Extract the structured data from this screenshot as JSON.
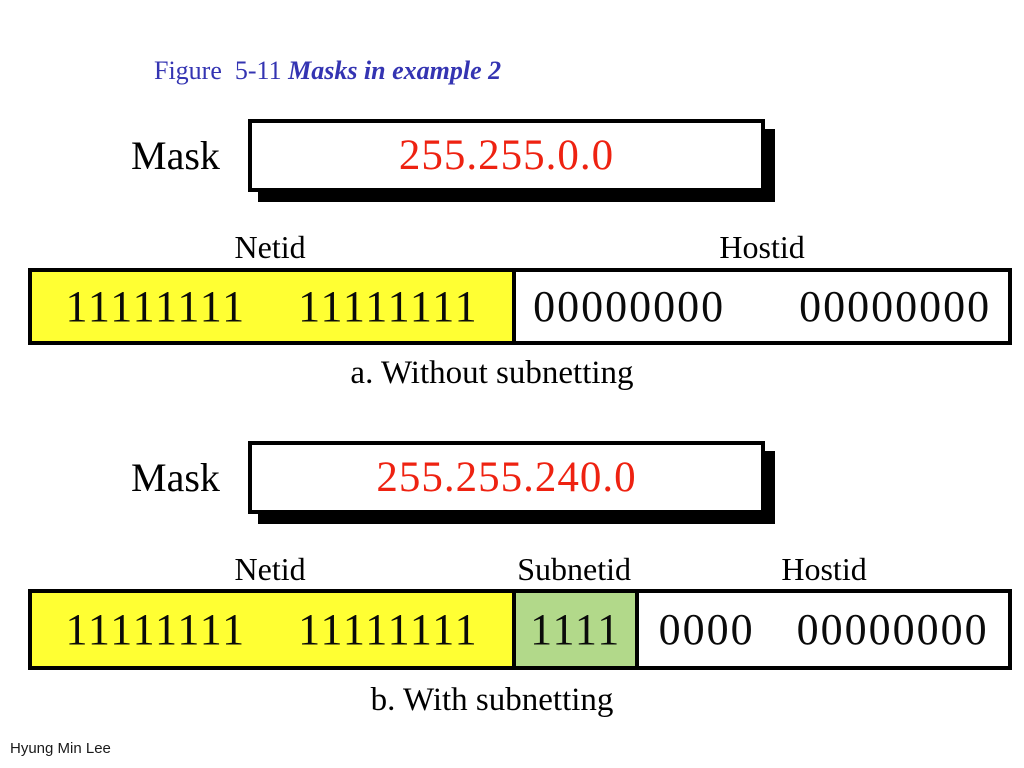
{
  "slide": {
    "title": {
      "prefix": "Figure  5-11 ",
      "emphasis": "Masks in example 2"
    },
    "footer": "Hyung Min Lee"
  },
  "colors": {
    "title_blue": "#3434B2",
    "mask_value_red": "#EE2211",
    "netid_yellow": "#FFFF33",
    "subnetid_green": "#B2D98A",
    "hostid_white": "#FFFFFF",
    "border_black": "#000000"
  },
  "sections": [
    {
      "id": "a",
      "mask_label": "Mask",
      "mask_value": "255.255.0.0",
      "labels": [
        "Netid",
        "Hostid"
      ],
      "cells": [
        {
          "field": "Netid",
          "groups": [
            "11111111",
            "11111111"
          ]
        },
        {
          "field": "Hostid",
          "groups": [
            "00000000",
            "00000000"
          ]
        }
      ],
      "caption": "a. Without subnetting"
    },
    {
      "id": "b",
      "mask_label": "Mask",
      "mask_value": "255.255.240.0",
      "labels": [
        "Netid",
        "Subnetid",
        "Hostid"
      ],
      "cells": [
        {
          "field": "Netid",
          "groups": [
            "11111111",
            "11111111"
          ]
        },
        {
          "field": "Subnetid",
          "groups": [
            "1111"
          ]
        },
        {
          "field": "Hostid",
          "groups": [
            "0000",
            "00000000"
          ]
        }
      ],
      "caption": "b. With subnetting"
    }
  ]
}
